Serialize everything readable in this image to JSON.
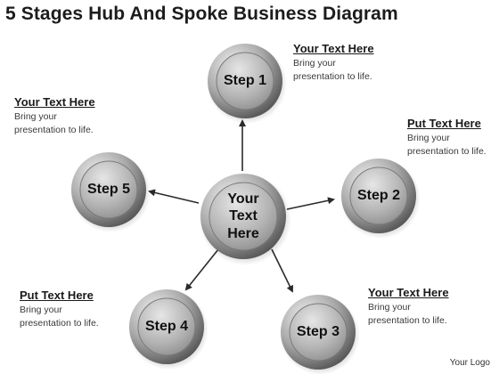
{
  "title": "5 Stages Hub And Spoke Business Diagram",
  "hub": {
    "line1": "Your Text",
    "line2": "Here"
  },
  "steps": [
    {
      "label": "Step 1"
    },
    {
      "label": "Step 2"
    },
    {
      "label": "Step 3"
    },
    {
      "label": "Step 4"
    },
    {
      "label": "Step 5"
    }
  ],
  "notes": [
    {
      "heading": "Your Text Here",
      "line1": "Bring your",
      "line2": "presentation to life."
    },
    {
      "heading": "Put Text Here",
      "line1": "Bring your",
      "line2": "presentation to life."
    },
    {
      "heading": "Your Text Here",
      "line1": "Bring your",
      "line2": "presentation to life."
    },
    {
      "heading": "Put Text Here",
      "line1": "Bring your",
      "line2": "presentation to life."
    },
    {
      "heading": "Your Text Here",
      "line1": "Bring your",
      "line2": "presentation to life."
    }
  ],
  "logo_text": "Your Logo",
  "colors": {
    "arrow": "#2a2a2a",
    "circle_dark": "#5a5a5a",
    "circle_light": "#d8d8d8"
  }
}
